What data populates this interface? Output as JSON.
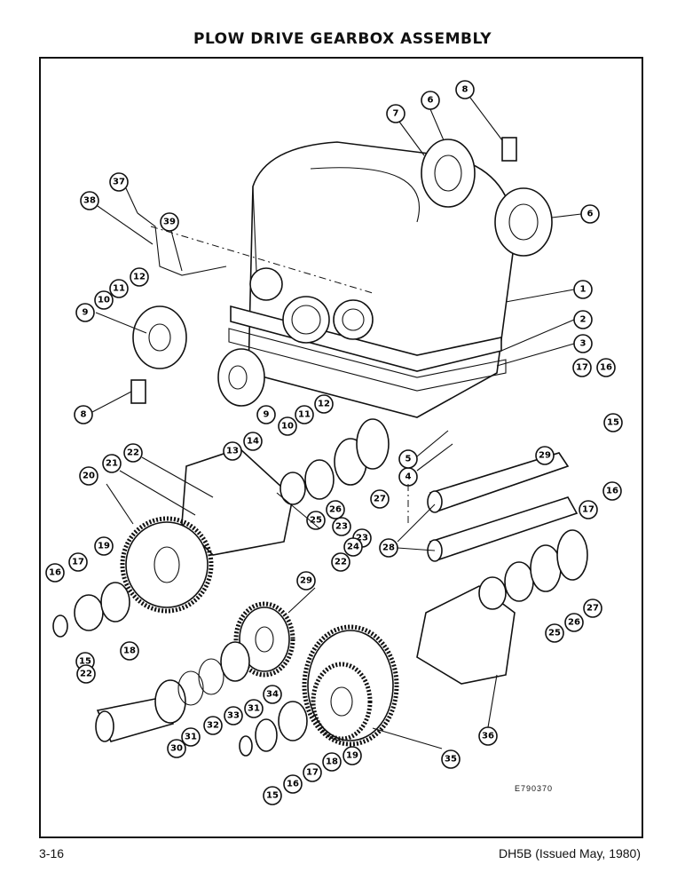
{
  "title": "PLOW DRIVE GEARBOX ASSEMBLY",
  "figure_code": "E790370",
  "page_number": "3-16",
  "publication": "DH5B (Issued May, 1980)",
  "callouts": [
    "1",
    "2",
    "3",
    "4",
    "5",
    "6",
    "6",
    "7",
    "8",
    "8",
    "9",
    "9",
    "10",
    "10",
    "11",
    "11",
    "12",
    "12",
    "13",
    "14",
    "15",
    "15",
    "15",
    "16",
    "16",
    "16",
    "16",
    "17",
    "17",
    "17",
    "17",
    "18",
    "18",
    "19",
    "19",
    "20",
    "21",
    "22",
    "22",
    "22",
    "23",
    "23",
    "24",
    "25",
    "25",
    "26",
    "26",
    "27",
    "27",
    "28",
    "29",
    "29",
    "30",
    "31",
    "31",
    "32",
    "33",
    "34",
    "35",
    "36",
    "37",
    "38",
    "39"
  ]
}
